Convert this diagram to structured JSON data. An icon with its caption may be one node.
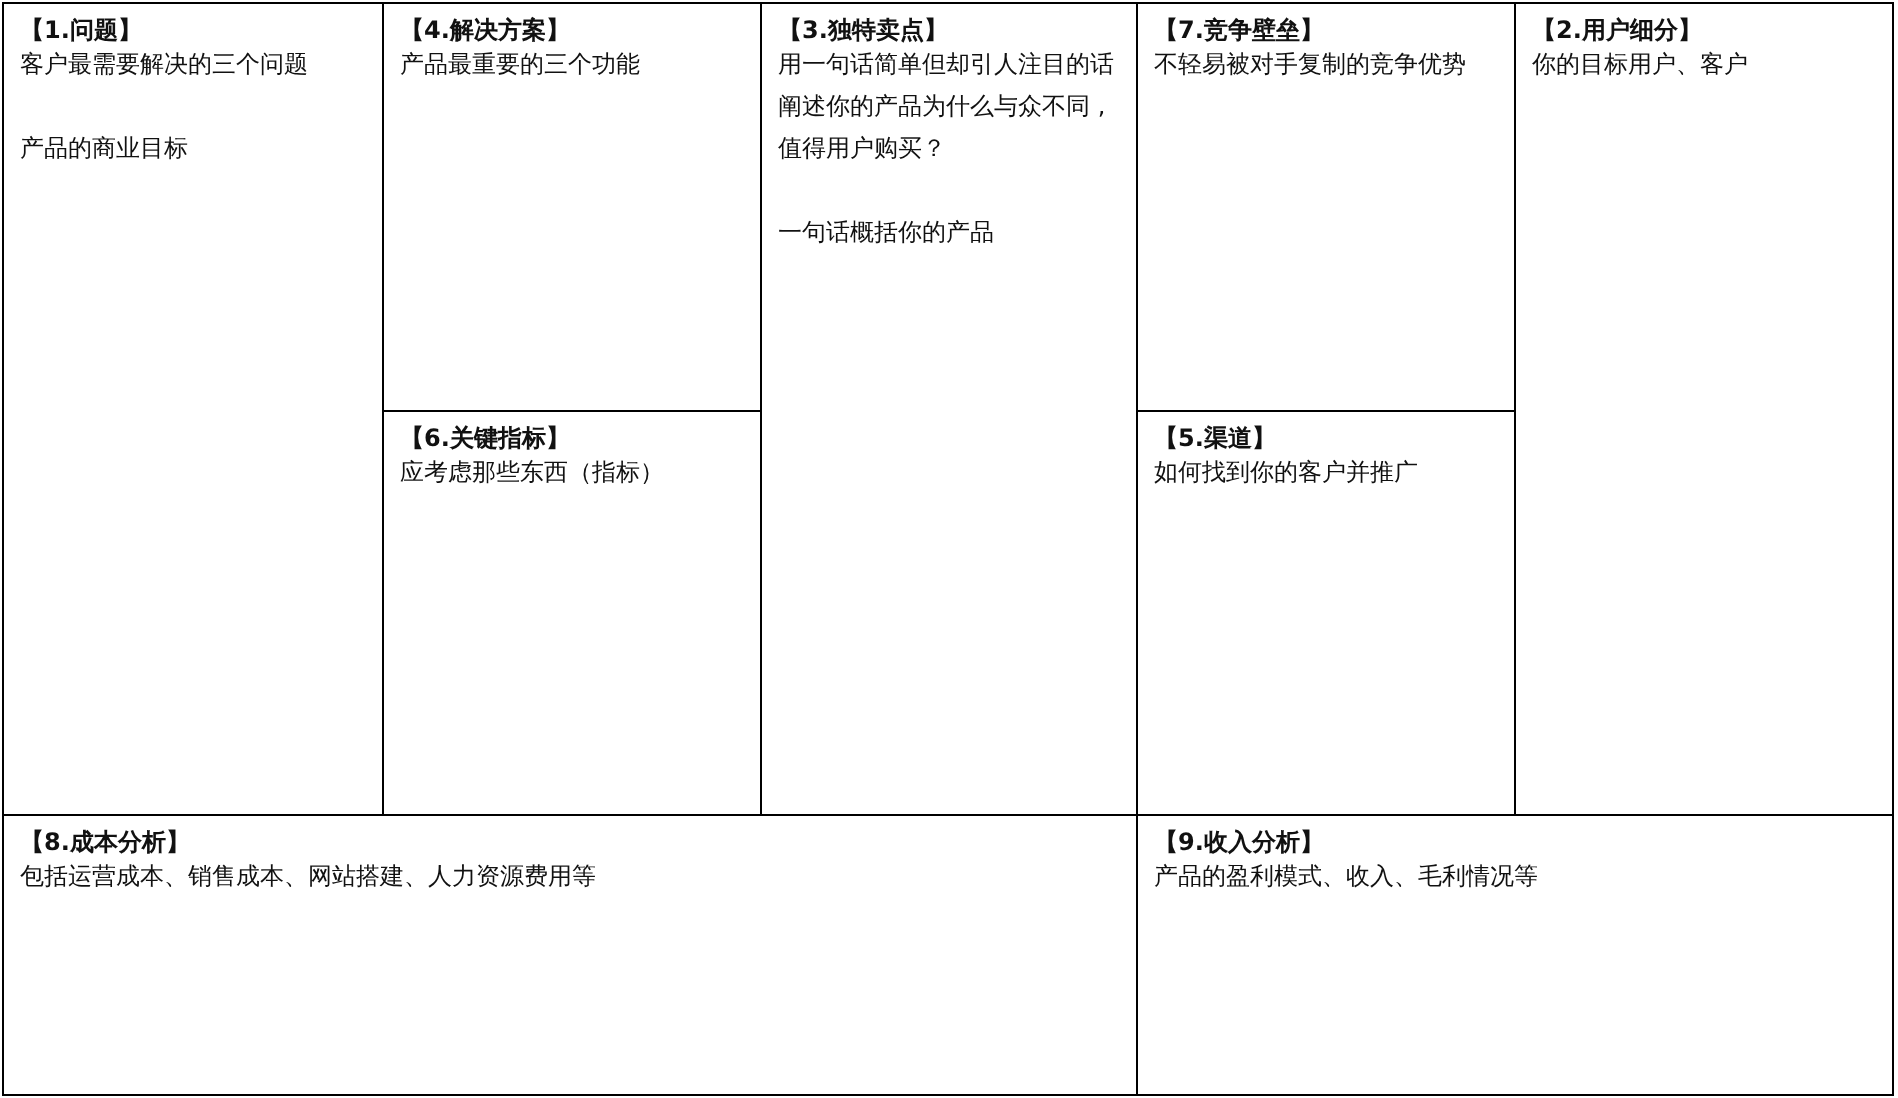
{
  "diagram": {
    "nodes": [
      {
        "text": [
          "【1.问题】",
          "客户最需要解决的三个问题",
          "产品的商业目标"
        ]
      },
      {
        "text": [
          "【4.解决方案】",
          "产品最重要的三个功能"
        ]
      },
      {
        "text": [
          "【3.独特卖点】",
          "用一句话简单但却引人注目的话阐述你的产品为什么与众不同 ,值得用户购买？",
          "一句话概括你的产品"
        ]
      },
      {
        "text": [
          "【7.竞争壁垒】",
          "不轻易被对手复制的竞争优势"
        ]
      },
      {
        "text": [
          "【2.用户细分】",
          "你的目标用户、客户"
        ]
      },
      {
        "text": [
          "【6.关键指标】",
          "应考虑那些东西（指标）"
        ]
      },
      {
        "text": [
          "【5.渠道】",
          "如何找到你的客户并推广"
        ]
      },
      {
        "text": [
          "【8.成本分析】",
          "包括运营成本、销售成本、网站搭建、人力资源费用等"
        ]
      },
      {
        "text": [
          "【9.收入分析】",
          "产品的盈利模式、收入、毛利情况等"
        ]
      }
    ]
  }
}
